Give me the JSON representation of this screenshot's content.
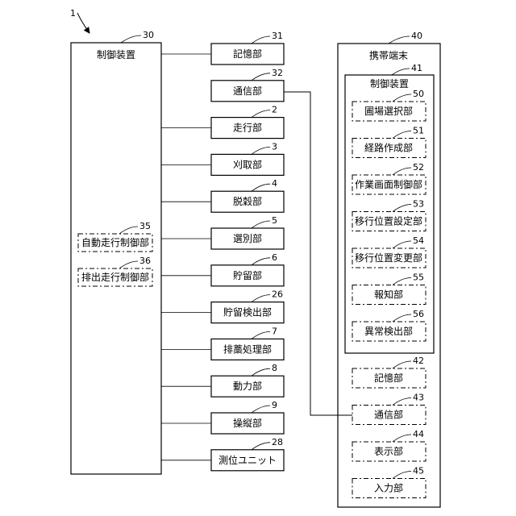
{
  "figure_ref": "1",
  "controller": {
    "ref": "30",
    "label": "制御装置"
  },
  "controller_parts": [
    {
      "ref": "35",
      "label": "自動走行制御部"
    },
    {
      "ref": "36",
      "label": "排出走行制御部"
    }
  ],
  "units": [
    {
      "ref": "31",
      "label": "記憶部"
    },
    {
      "ref": "32",
      "label": "通信部"
    },
    {
      "ref": "2",
      "label": "走行部"
    },
    {
      "ref": "3",
      "label": "刈取部"
    },
    {
      "ref": "4",
      "label": "脱穀部"
    },
    {
      "ref": "5",
      "label": "選別部"
    },
    {
      "ref": "6",
      "label": "貯留部"
    },
    {
      "ref": "26",
      "label": "貯留検出部"
    },
    {
      "ref": "7",
      "label": "排藁処理部"
    },
    {
      "ref": "8",
      "label": "動力部"
    },
    {
      "ref": "9",
      "label": "操縦部"
    },
    {
      "ref": "28",
      "label": "測位ユニット"
    }
  ],
  "terminal": {
    "ref": "40",
    "label": "携帯端末",
    "controller": {
      "ref": "41",
      "label": "制御装置"
    },
    "modules": [
      {
        "ref": "50",
        "label": "圃場選択部"
      },
      {
        "ref": "51",
        "label": "経路作成部"
      },
      {
        "ref": "52",
        "label": "作業画面制御部"
      },
      {
        "ref": "53",
        "label": "移行位置設定部"
      },
      {
        "ref": "54",
        "label": "移行位置変更部"
      },
      {
        "ref": "55",
        "label": "報知部"
      },
      {
        "ref": "56",
        "label": "異常検出部"
      }
    ],
    "parts": [
      {
        "ref": "42",
        "label": "記憶部"
      },
      {
        "ref": "43",
        "label": "通信部"
      },
      {
        "ref": "44",
        "label": "表示部"
      },
      {
        "ref": "45",
        "label": "入力部"
      }
    ]
  }
}
